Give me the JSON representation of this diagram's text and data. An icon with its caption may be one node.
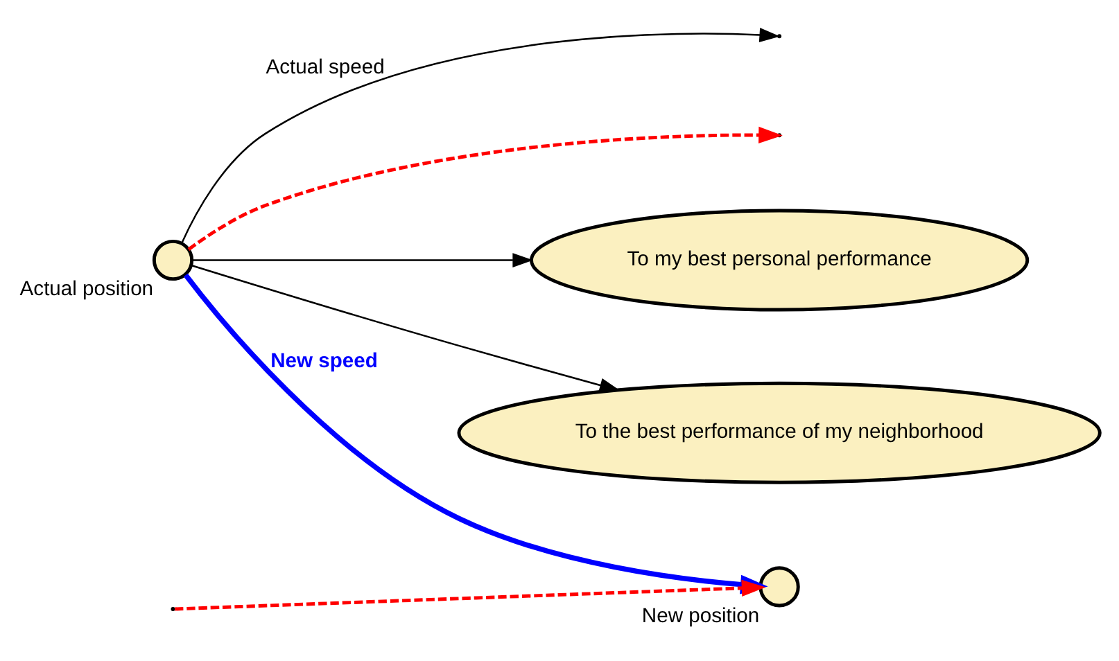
{
  "diagram": {
    "nodes": [
      {
        "text": [
          "To my best personal performance"
        ]
      },
      {
        "text": [],
        "shape": "circle",
        "beside": [
          "Actual position"
        ]
      },
      {
        "text": [
          "To the best performance of my neighborhood"
        ]
      },
      {
        "text": [],
        "shape": "circle",
        "beside": [
          "New position"
        ]
      }
    ],
    "edges": [
      {
        "from": 1,
        "to": 0,
        "arrow": "to"
      },
      {
        "from": 1,
        "to": 2,
        "arrow": "to"
      },
      {
        "from": 1,
        "to": 3,
        "arrow": "to",
        "label": "New speed",
        "style": "thick",
        "color": "#0000ff"
      },
      {
        "from": 1,
        "to": null,
        "arrow": "to",
        "label": "Actual speed"
      },
      {
        "from": 1,
        "to": null,
        "arrow": "to",
        "style": "dashed",
        "color": "#ff0000"
      },
      {
        "from": null,
        "to": 3,
        "arrow": "to",
        "style": "dashed",
        "color": "#ff0000"
      }
    ]
  }
}
